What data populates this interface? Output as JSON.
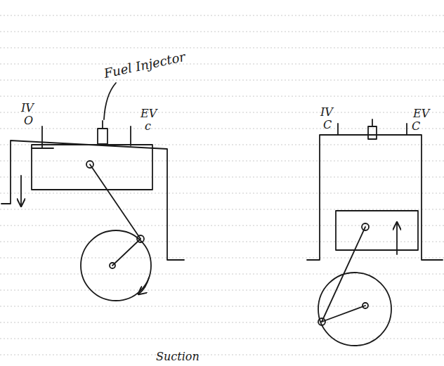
{
  "diagram": {
    "labels": [
      "Fuel Injector",
      "IV",
      "O",
      "EV",
      "c",
      "IV",
      "C",
      "EV",
      "C",
      "Suction"
    ]
  }
}
